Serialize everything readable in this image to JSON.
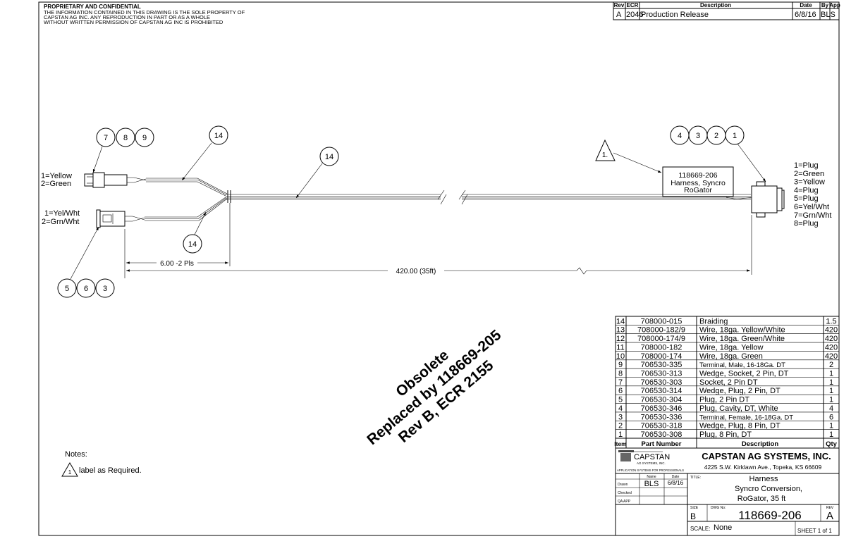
{
  "header": {
    "title": "PROPRIETARY AND CONFIDENTIAL",
    "lines": [
      "THE INFORMATION CONTAINED IN THIS DRAWING IS THE SOLE PROPERTY OF",
      "CAPSTAN AG INC. ANY REPRODUCTION IN PART OR AS A WHOLE",
      "WITHOUT WRITTEN PERMISSION OF CAPSTAN AG INC IS PROHIBITED"
    ]
  },
  "revision_table": {
    "headers": [
      "Rev",
      "ECR",
      "Description",
      "Date",
      "By",
      "App"
    ],
    "rows": [
      [
        "A",
        "2046",
        "Production Release",
        "6/8/16",
        "BLS",
        ""
      ]
    ]
  },
  "diagram": {
    "left_top_balloons": [
      "7",
      "8",
      "9"
    ],
    "left_top_pins": [
      "1=Yellow",
      "2=Green"
    ],
    "left_bottom_pins": [
      "1=Yel/Wht",
      "2=Grn/Wht"
    ],
    "left_bottom_balloons": [
      "5",
      "6",
      "3"
    ],
    "braid_balloon": "14",
    "right_balloons": [
      "4",
      "3",
      "2",
      "1"
    ],
    "right_pins": [
      "1=Plug",
      "2=Green",
      "3=Yellow",
      "4=Plug",
      "5=Plug",
      "6=Yel/Wht",
      "7=Grn/Wht",
      "8=Plug"
    ],
    "note_flag": "1.",
    "label_box": [
      "118669-206",
      "Harness, Syncro",
      "RoGator"
    ],
    "dim_short": "6.00 -2 Pls",
    "dim_long": "420.00 (35ft)"
  },
  "watermark": [
    "Obsolete",
    "Replaced by 118669-205",
    "Rev B, ECR 2155"
  ],
  "notes": {
    "title": "Notes:",
    "flag": "1",
    "text": "label as Required."
  },
  "bom": {
    "headers": [
      "Item",
      "Part Number",
      "Description",
      "Qty"
    ],
    "rows": [
      [
        "14",
        "708000-015",
        "Braiding",
        "1.5"
      ],
      [
        "13",
        "708000-182/9",
        "Wire, 18ga. Yellow/White",
        "420"
      ],
      [
        "12",
        "708000-174/9",
        "Wire, 18ga. Green/White",
        "420"
      ],
      [
        "11",
        "708000-182",
        "Wire, 18ga. Yellow",
        "420"
      ],
      [
        "10",
        "708000-174",
        "Wire, 18ga. Green",
        "420"
      ],
      [
        "9",
        "706530-335",
        "Terminal, Male, 16-18Ga. DT",
        "2"
      ],
      [
        "8",
        "706530-313",
        "Wedge, Socket, 2 Pin, DT",
        "1"
      ],
      [
        "7",
        "706530-303",
        "Socket, 2 Pin DT",
        "1"
      ],
      [
        "6",
        "706530-314",
        "Wedge, Plug, 2 Pin, DT",
        "1"
      ],
      [
        "5",
        "706530-304",
        "Plug, 2 Pin DT",
        "1"
      ],
      [
        "4",
        "706530-346",
        "Plug, Cavity, DT, White",
        "4"
      ],
      [
        "3",
        "706530-336",
        "Terminal, Female, 16-18Ga. DT",
        "6"
      ],
      [
        "2",
        "706530-318",
        "Wedge, Plug, 8 Pin, DT",
        "1"
      ],
      [
        "1",
        "706530-308",
        "Plug, 8 Pin, DT",
        "1"
      ]
    ]
  },
  "title_block": {
    "logo_name": "CAPSTAN",
    "logo_sub": "AG SYSTEMS, INC.",
    "logo_tagline": "APPLICATION SYSTEMS FOR PROFESSIONALS",
    "company": "CAPSTAN AG SYSTEMS, INC.",
    "address": "4225 S.W. Kirklawn Ave., Topeka, KS 66609",
    "name_label": "Name",
    "date_label": "Date",
    "drawn_label": "Drawn",
    "drawn_name": "BLS",
    "drawn_date": "6/8/16",
    "checked_label": "Checked",
    "qa_label": "QA APP",
    "title_label": "TITLE:",
    "title_lines": [
      "Harness",
      "Syncro Conversion,",
      "RoGator, 35 ft"
    ],
    "size_label": "SIZE",
    "size": "B",
    "dwg_label": "DWG No:",
    "dwg_no": "118669-206",
    "rev_label": "REV",
    "rev": "A",
    "scale_label": "SCALE:",
    "scale": "None",
    "sheet": "SHEET 1 of 1"
  }
}
